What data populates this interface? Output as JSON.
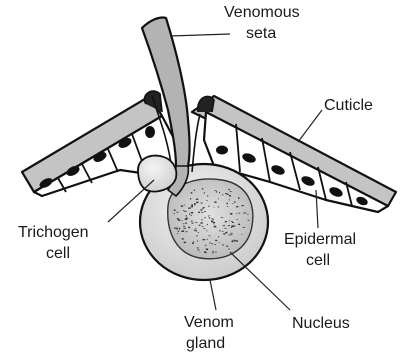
{
  "diagram": {
    "labels": {
      "venomous_seta_line1": "Venomous",
      "venomous_seta_line2": "seta",
      "cuticle": "Cuticle",
      "trichogen_line1": "Trichogen",
      "trichogen_line2": "cell",
      "epidermal_line1": "Epidermal",
      "epidermal_line2": "cell",
      "venom_line1": "Venom",
      "venom_line2": "gland",
      "nucleus": "Nucleus"
    },
    "colors": {
      "seta_fill": "#b3b3b3",
      "cuticle_fill": "#c4c4c4",
      "cell_fill": "#ffffff",
      "nucleus_fill": "#111111",
      "gland_gradient_light": "#f2f2f2",
      "gland_gradient_dark": "#c9c9c9",
      "outline": "#111111"
    }
  }
}
